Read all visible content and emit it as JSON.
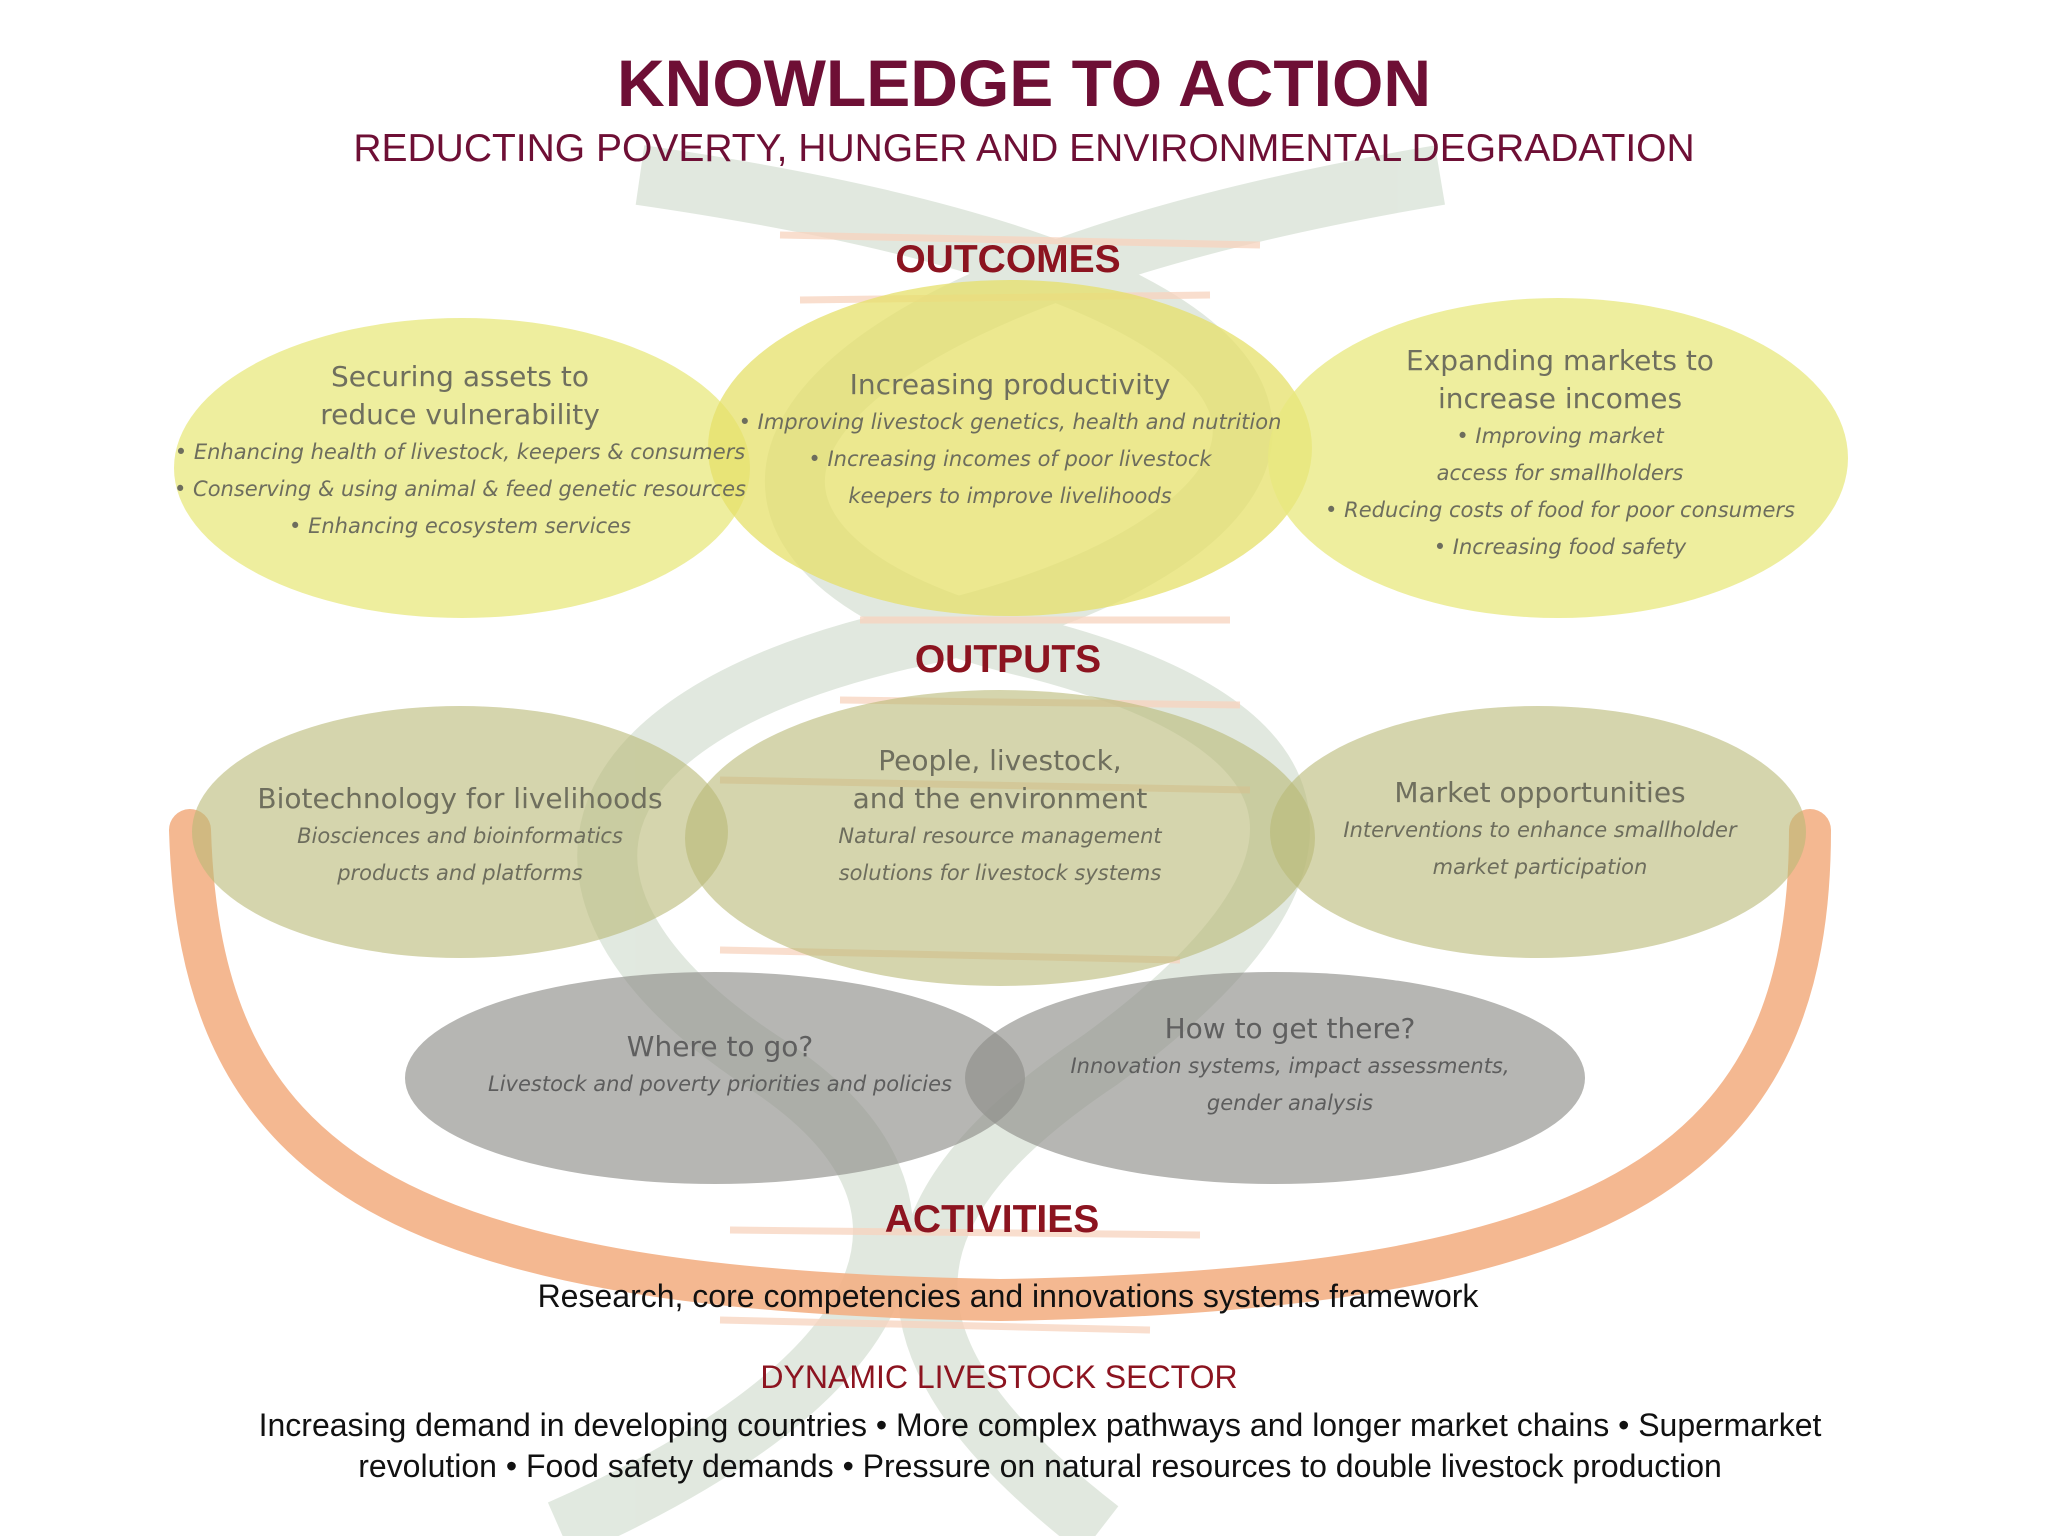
{
  "header": {
    "title": "KNOWLEDGE TO ACTION",
    "subtitle": "REDUCTING POVERTY, HUNGER AND ENVIRONMENTAL DEGRADATION"
  },
  "outcomes": {
    "label": "OUTCOMES",
    "left": {
      "title_lines": [
        "Securing assets to",
        "reduce vulnerability"
      ],
      "bullets": [
        "• Enhancing health of livestock, keepers & consumers",
        "• Conserving & using animal & feed genetic resources",
        "• Enhancing ecosystem services"
      ]
    },
    "center": {
      "title_lines": [
        "Increasing productivity"
      ],
      "bullets": [
        "• Improving livestock genetics, health and nutrition",
        "• Increasing incomes of poor livestock",
        "keepers to improve livelihoods"
      ]
    },
    "right": {
      "title_lines": [
        "Expanding markets to",
        "increase incomes"
      ],
      "bullets": [
        "• Improving market",
        "access for smallholders",
        "• Reducing costs of food for poor consumers",
        "• Increasing food safety"
      ]
    }
  },
  "outputs": {
    "label": "OUTPUTS",
    "left": {
      "title_lines": [
        "Biotechnology for livelihoods"
      ],
      "bullets": [
        "Biosciences and bioinformatics",
        "products and platforms"
      ]
    },
    "center": {
      "title_lines": [
        "People, livestock,",
        "and the environment"
      ],
      "bullets": [
        "Natural resource management",
        "solutions for livestock systems"
      ]
    },
    "right": {
      "title_lines": [
        "Market opportunities"
      ],
      "bullets": [
        "Interventions to enhance smallholder",
        "market participation"
      ]
    }
  },
  "activities": {
    "label": "ACTIVITIES",
    "left": {
      "title_lines": [
        "Where to go?"
      ],
      "bullets": [
        "Livestock and poverty priorities and policies"
      ]
    },
    "right": {
      "title_lines": [
        "How to get there?"
      ],
      "bullets": [
        "Innovation systems, impact assessments,",
        "gender analysis"
      ]
    },
    "framework": "Research, core competencies and innovations systems framework"
  },
  "sector": {
    "title": "DYNAMIC LIVESTOCK SECTOR",
    "line1": "Increasing demand in developing countries • More complex pathways and longer market chains • Supermarket",
    "line2": "revolution • Food safety demands • Pressure on natural resources to double livestock production"
  },
  "colors": {
    "title": "#6e0f35",
    "section": "#8c1420",
    "outcome_fill": "#ecec8c",
    "output_fill": "#c9c98a",
    "activity_fill": "#9c9c98",
    "bowl": "#f3b085",
    "helix": "#c8d6c6"
  }
}
